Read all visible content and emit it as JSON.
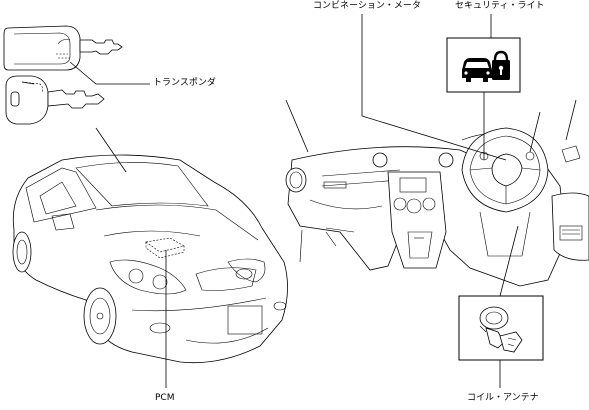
{
  "labels": {
    "combination_meter": "コンビネーション・メータ",
    "security_light": "セキュリティ・ライト",
    "transponder": "トランスポンダ",
    "pcm": "PCM",
    "coil_antenna": "コイル・アンテナ"
  },
  "icons": {
    "security_light_icon": "car-with-padlock-icon"
  }
}
